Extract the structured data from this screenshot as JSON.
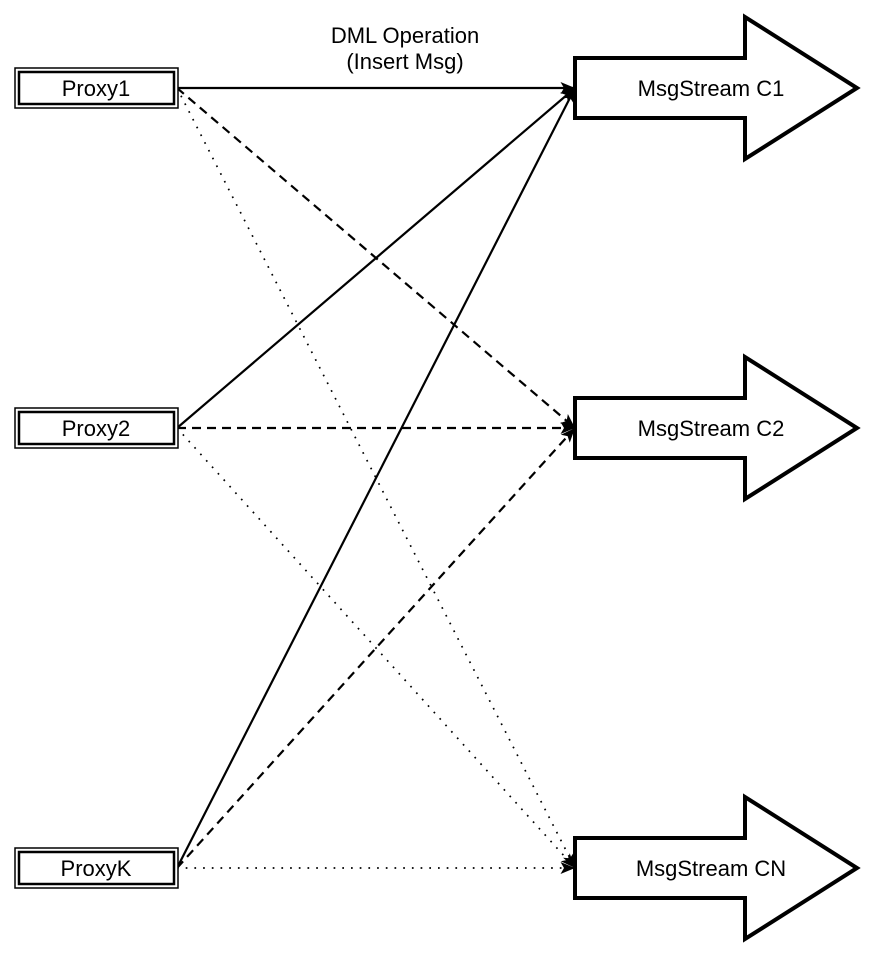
{
  "diagram": {
    "colors": {
      "background": "#ffffff",
      "stroke": "#000000",
      "fill": "#ffffff"
    },
    "title": {
      "line1": "DML Operation",
      "line2": "(Insert Msg)"
    },
    "proxies": [
      {
        "id": "proxy1",
        "label": "Proxy1"
      },
      {
        "id": "proxy2",
        "label": "Proxy2"
      },
      {
        "id": "proxyk",
        "label": "ProxyK"
      }
    ],
    "streams": [
      {
        "id": "c1",
        "label": "MsgStream C1"
      },
      {
        "id": "c2",
        "label": "MsgStream C2"
      },
      {
        "id": "cn",
        "label": "MsgStream CN"
      }
    ],
    "connections": [
      {
        "from": "Proxy1",
        "to": "MsgStream C1",
        "line_style": "solid"
      },
      {
        "from": "Proxy2",
        "to": "MsgStream C1",
        "line_style": "solid"
      },
      {
        "from": "ProxyK",
        "to": "MsgStream C1",
        "line_style": "solid"
      },
      {
        "from": "Proxy1",
        "to": "MsgStream C2",
        "line_style": "dashed"
      },
      {
        "from": "Proxy2",
        "to": "MsgStream C2",
        "line_style": "dashed"
      },
      {
        "from": "ProxyK",
        "to": "MsgStream C2",
        "line_style": "dashed"
      },
      {
        "from": "Proxy1",
        "to": "MsgStream CN",
        "line_style": "dotted"
      },
      {
        "from": "Proxy2",
        "to": "MsgStream CN",
        "line_style": "dotted"
      },
      {
        "from": "ProxyK",
        "to": "MsgStream CN",
        "line_style": "dotted"
      }
    ]
  }
}
